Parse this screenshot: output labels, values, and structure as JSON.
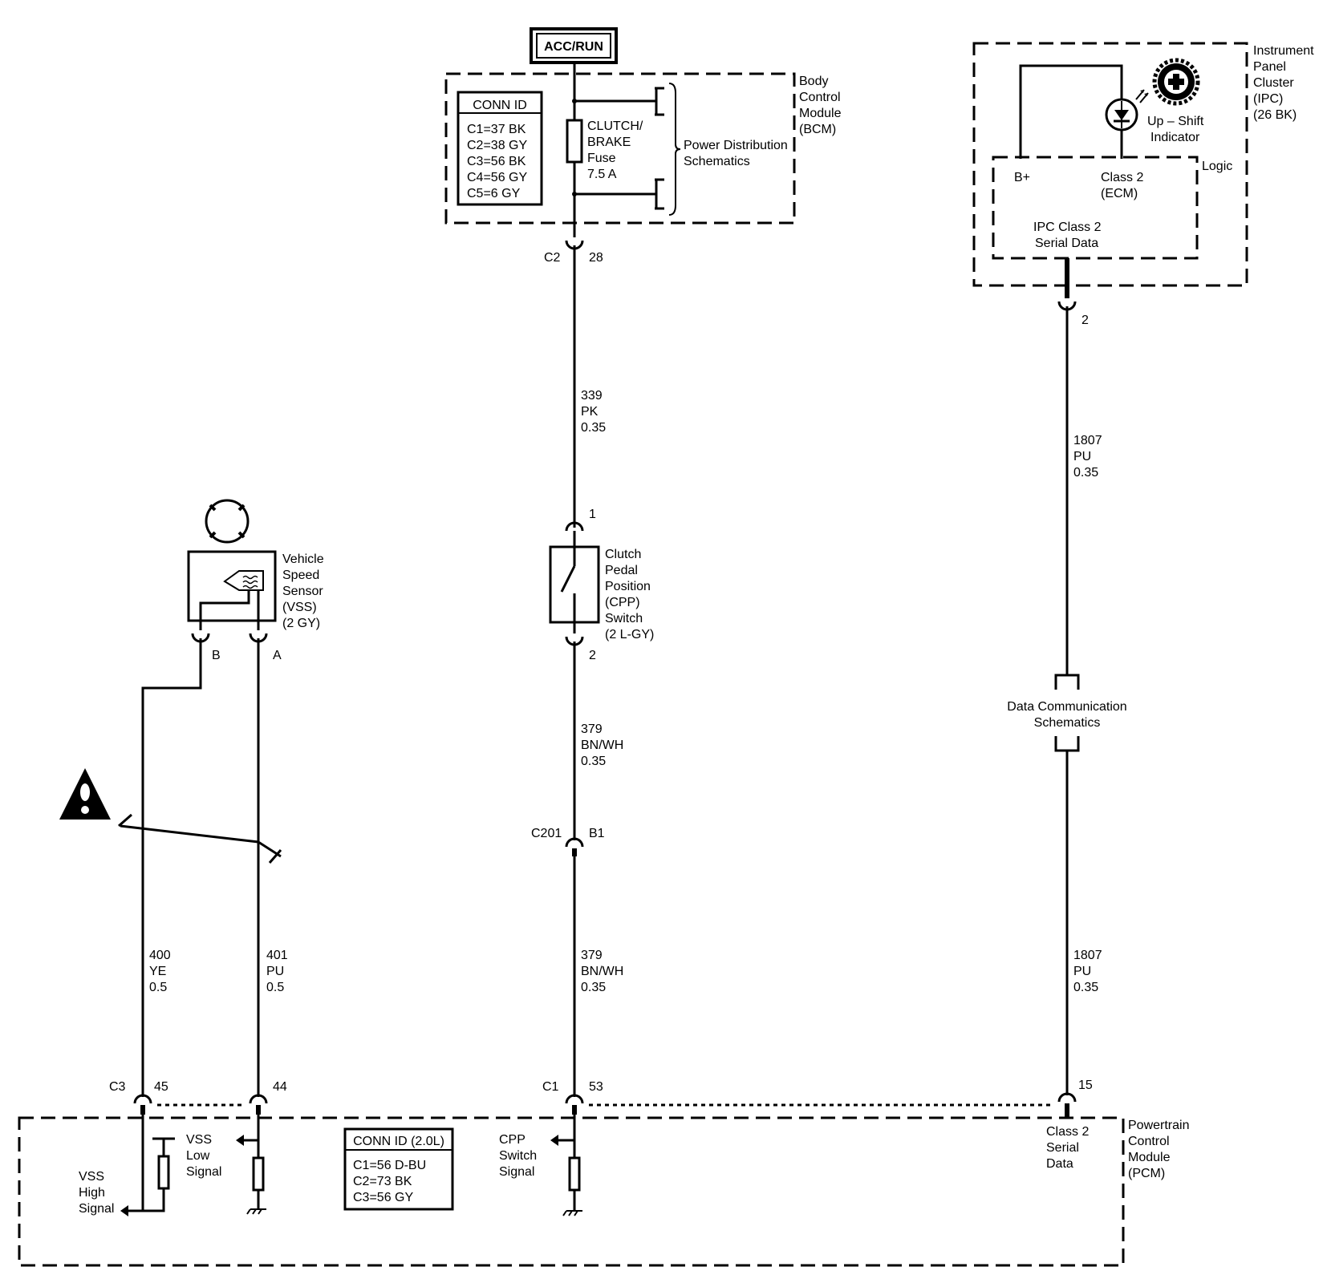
{
  "power": {
    "label": "ACC/RUN"
  },
  "bcm": {
    "name_lines": [
      "Body",
      "Control",
      "Module",
      "(BCM)"
    ],
    "conn_title": "CONN ID",
    "conn_items": [
      "C1=37 BK",
      "C2=38 GY",
      "C3=56 BK",
      "C4=56 GY",
      "C5=6 GY"
    ],
    "fuse_lines": [
      "CLUTCH/",
      "BRAKE",
      "Fuse",
      "7.5 A"
    ],
    "pd_lines": [
      "Power Distribution",
      "Schematics"
    ],
    "out_conn": "C2",
    "out_pin": "28"
  },
  "ipc": {
    "name_lines": [
      "Instrument",
      "Panel",
      "Cluster",
      "(IPC)",
      "(26 BK)"
    ],
    "indicator_lines": [
      "Up – Shift",
      "Indicator"
    ],
    "logic": "Logic",
    "bplus": "B+",
    "class2_lines": [
      "Class 2",
      "(ECM)"
    ],
    "serial_lines": [
      "IPC Class 2",
      "Serial Data"
    ],
    "pin": "2"
  },
  "wires": {
    "w339": [
      "339",
      "PK",
      "0.35"
    ],
    "w379_upper": [
      "379",
      "BN/WH",
      "0.35"
    ],
    "w379_lower": [
      "379",
      "BN/WH",
      "0.35"
    ],
    "w1807_upper": [
      "1807",
      "PU",
      "0.35"
    ],
    "w1807_lower": [
      "1807",
      "PU",
      "0.35"
    ],
    "w400": [
      "400",
      "YE",
      "0.5"
    ],
    "w401": [
      "401",
      "PU",
      "0.5"
    ]
  },
  "cpp": {
    "name_lines": [
      "Clutch",
      "Pedal",
      "Position",
      "(CPP)",
      "Switch",
      "(2 L-GY)"
    ],
    "pin_top": "1",
    "pin_bottom": "2"
  },
  "inline": {
    "conn": "C201",
    "pin": "B1"
  },
  "vss": {
    "name_lines": [
      "Vehicle",
      "Speed",
      "Sensor",
      "(VSS)",
      "(2 GY)"
    ],
    "pin_b": "B",
    "pin_a": "A"
  },
  "dcs": {
    "lines": [
      "Data Communication",
      "Schematics"
    ]
  },
  "pcm": {
    "name_lines": [
      "Powertrain",
      "Control",
      "Module",
      "(PCM)"
    ],
    "conn_title": "CONN ID (2.0L)",
    "conn_items": [
      "C1=56 D-BU",
      "C2=73 BK",
      "C3=56 GY"
    ],
    "c3": "C3",
    "pin45": "45",
    "pin44": "44",
    "c1": "C1",
    "pin53": "53",
    "pin15": "15",
    "vss_low_lines": [
      "VSS",
      "Low",
      "Signal"
    ],
    "vss_high_lines": [
      "VSS",
      "High",
      "Signal"
    ],
    "cpp_signal_lines": [
      "CPP",
      "Switch",
      "Signal"
    ],
    "class2_lines": [
      "Class 2",
      "Serial",
      "Data"
    ]
  }
}
